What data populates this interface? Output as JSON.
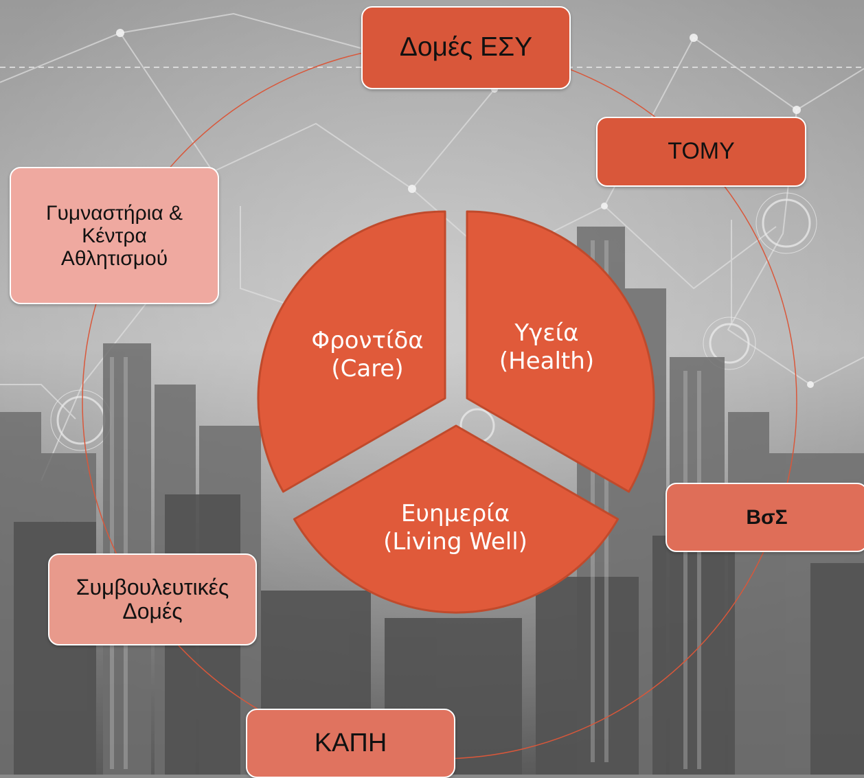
{
  "cycle": {
    "center_segments": [
      {
        "label": "Φροντίδα\n(Care)"
      },
      {
        "label": "Υγεία\n(Health)"
      },
      {
        "label": "Ευημερία\n(Living Well)"
      }
    ],
    "nodes": [
      {
        "label": "Δομές ΕΣΥ"
      },
      {
        "label": "ΤΟΜΥ"
      },
      {
        "label": "ΒσΣ"
      },
      {
        "label": "ΚΑΠΗ"
      },
      {
        "label": "Συμβουλευτικές\nΔομές"
      },
      {
        "label": "Γυμναστήρια &\nΚέντρα\nΑθλητισμού"
      }
    ]
  },
  "colors": {
    "segment_fill": "#E05A3A",
    "segment_edge": "#C04A2C",
    "node_dark": "#D9573A",
    "node_medium": "#DF6E58",
    "node_light": "#E89A8C",
    "node_lightest": "#EFA9A0",
    "ring": "#D9573A",
    "node_text": "#111111",
    "segment_text": "#FFFFFF"
  }
}
